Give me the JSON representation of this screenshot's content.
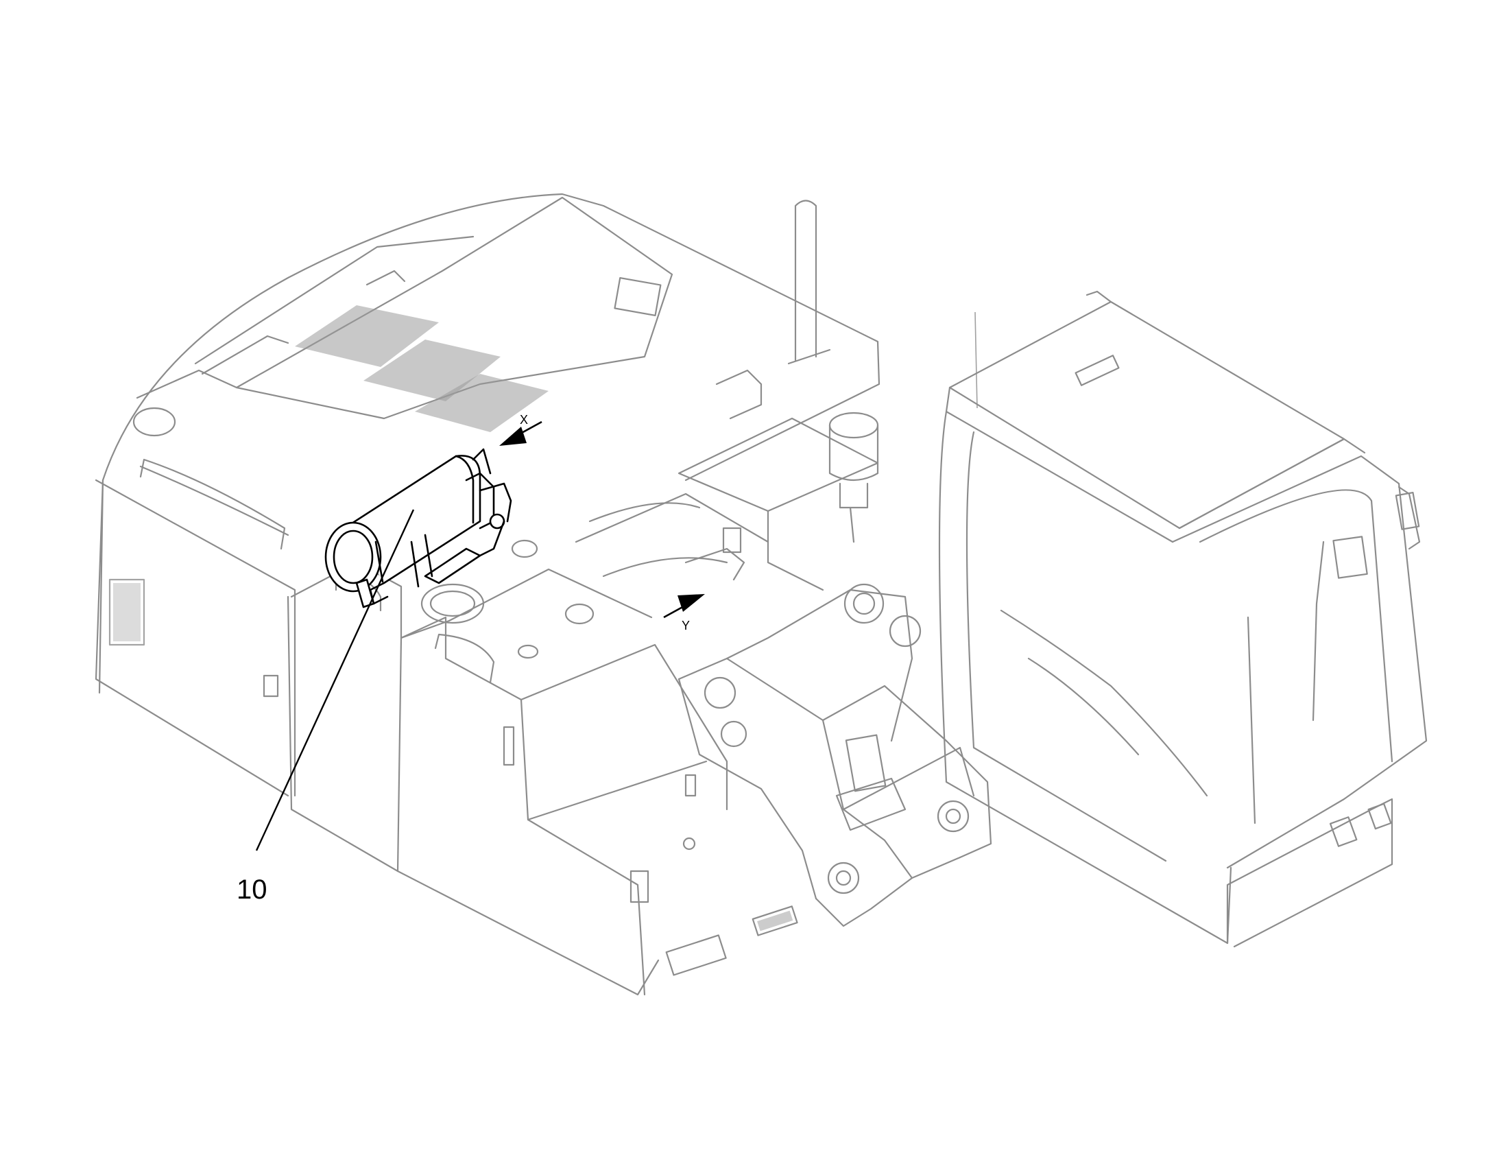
{
  "figure": {
    "callouts": [
      {
        "id": "part-10",
        "label": "10"
      }
    ],
    "view_arrows": [
      {
        "id": "view-x",
        "label": "X"
      },
      {
        "id": "view-y",
        "label": "Y"
      }
    ],
    "colors": {
      "background": "#ffffff",
      "context_lines": "#8c8c8c",
      "highlighted_part": "#000000"
    }
  }
}
